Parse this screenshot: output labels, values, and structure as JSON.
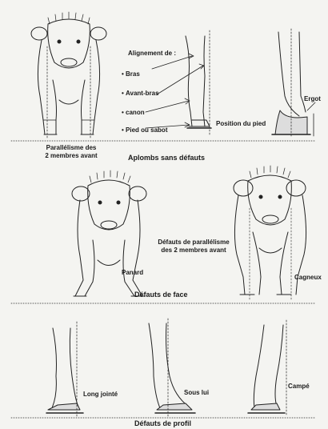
{
  "section_top": {
    "caption": "Aplombs sans défauts",
    "parallel_label": "Parallélisme des\n2 membres avant",
    "alignment_title": "Alignement de :",
    "alignment_items": [
      "Bras",
      "Avant-bras",
      "canon",
      "Pied ou sabot"
    ],
    "foot_position": "Position du pied",
    "ergot": "Ergot"
  },
  "section_mid": {
    "caption": "Défauts de face",
    "center_label": "Défauts de parallélisme\ndes 2 membres avant",
    "panard": "Panard",
    "cagneux": "Cagneux"
  },
  "section_bottom": {
    "caption": "Défauts de profil",
    "long_jointe": "Long jointé",
    "sous_lui": "Sous lui",
    "campe": "Campé"
  }
}
